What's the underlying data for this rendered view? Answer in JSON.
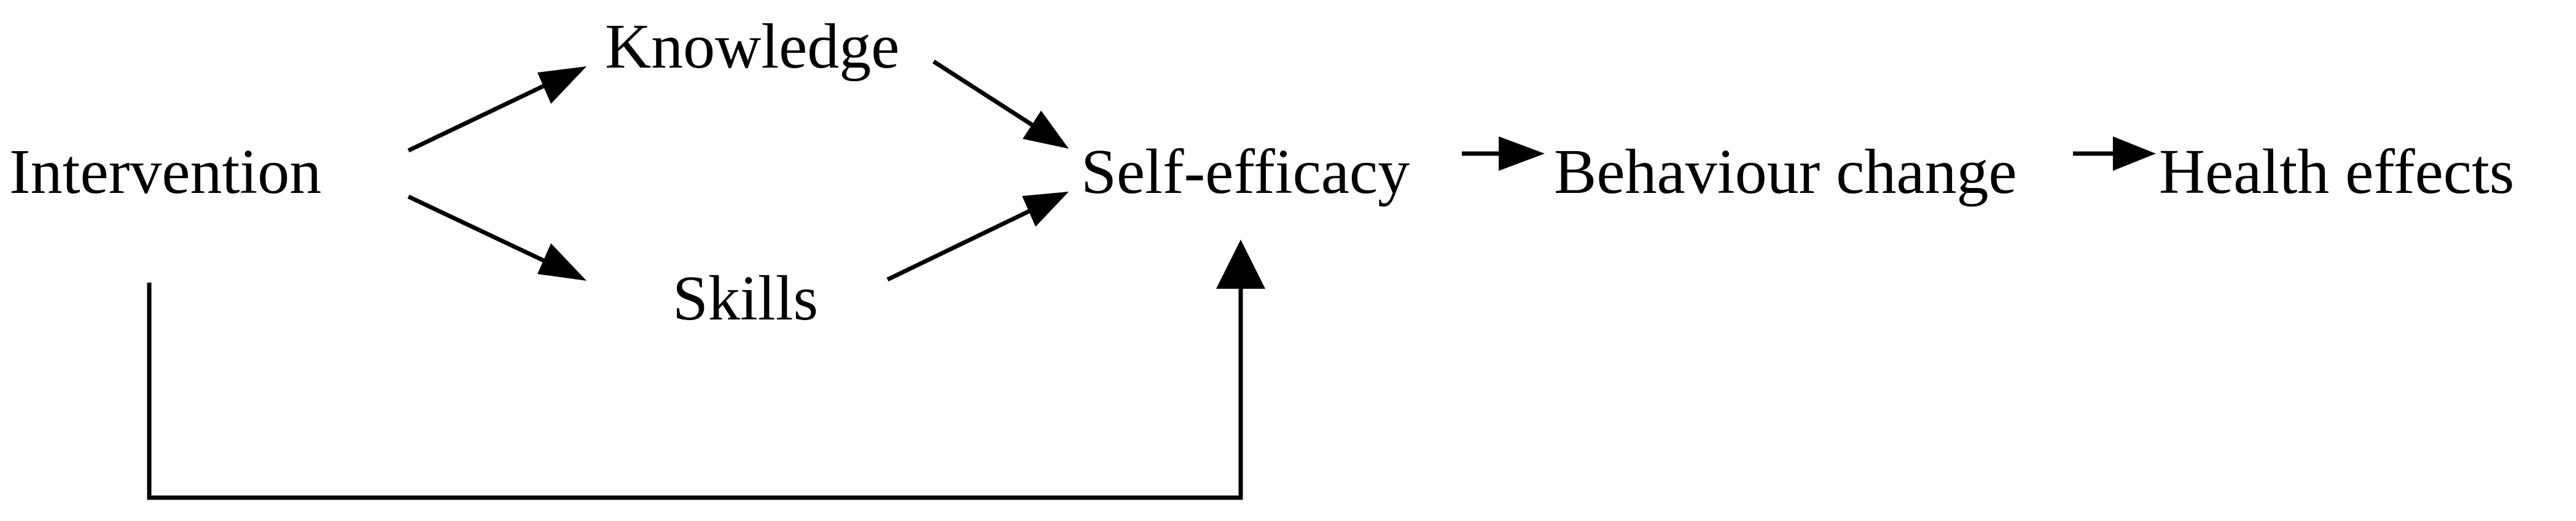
{
  "nodes": {
    "intervention": "Intervention",
    "knowledge": "Knowledge",
    "skills": "Skills",
    "self_efficacy": "Self-efficacy",
    "behaviour_change": "Behaviour change",
    "health_effects": "Health effects"
  },
  "edges": [
    {
      "from": "Intervention",
      "to": "Knowledge"
    },
    {
      "from": "Intervention",
      "to": "Skills"
    },
    {
      "from": "Knowledge",
      "to": "Self-efficacy"
    },
    {
      "from": "Skills",
      "to": "Self-efficacy"
    },
    {
      "from": "Intervention",
      "to": "Self-efficacy"
    },
    {
      "from": "Self-efficacy",
      "to": "Behaviour change"
    },
    {
      "from": "Behaviour change",
      "to": "Health effects"
    }
  ]
}
